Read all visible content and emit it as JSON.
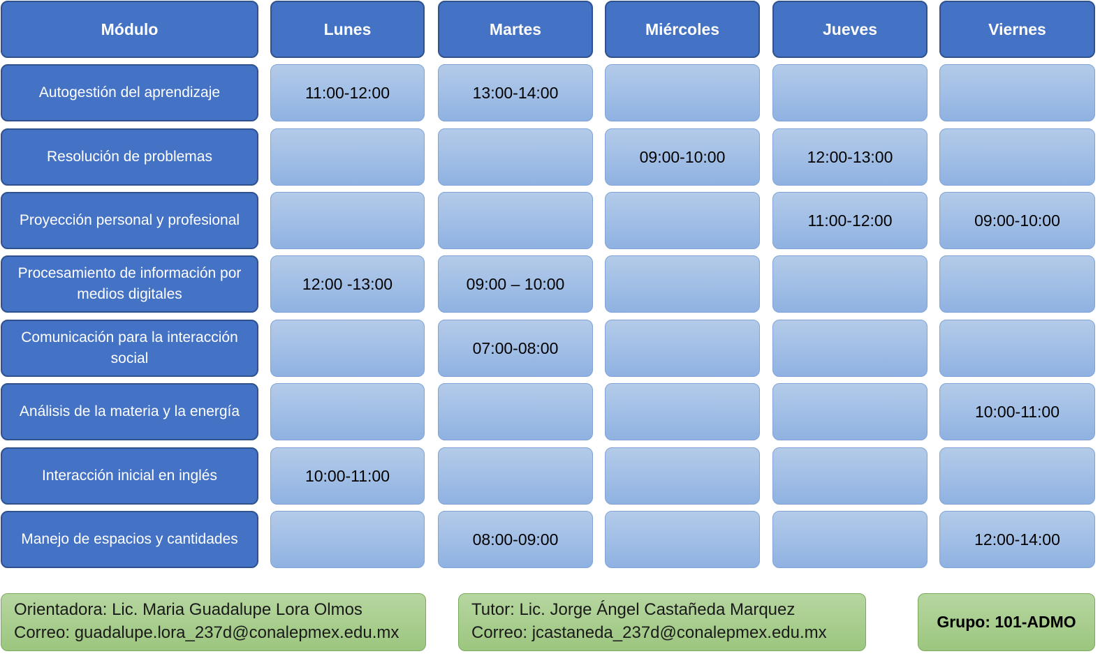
{
  "headers": [
    "Módulo",
    "Lunes",
    "Martes",
    "Miércoles",
    "Jueves",
    "Viernes"
  ],
  "rows": [
    {
      "modulo": "Autogestión del aprendizaje",
      "slots": [
        "11:00-12:00",
        "13:00-14:00",
        "",
        "",
        ""
      ]
    },
    {
      "modulo": "Resolución de problemas",
      "slots": [
        "",
        "",
        "09:00-10:00",
        "12:00-13:00",
        ""
      ]
    },
    {
      "modulo": "Proyección personal y profesional",
      "slots": [
        "",
        "",
        "",
        "11:00-12:00",
        "09:00-10:00"
      ]
    },
    {
      "modulo": "Procesamiento de información por medios digitales",
      "slots": [
        "12:00 -13:00",
        "09:00 – 10:00",
        "",
        "",
        ""
      ]
    },
    {
      "modulo": "Comunicación para la interacción social",
      "slots": [
        "",
        "07:00-08:00",
        "",
        "",
        ""
      ]
    },
    {
      "modulo": "Análisis de la materia y la energía",
      "slots": [
        "",
        "",
        "",
        "",
        "10:00-11:00"
      ]
    },
    {
      "modulo": "Interacción inicial en inglés",
      "slots": [
        "10:00-11:00",
        "",
        "",
        "",
        ""
      ]
    },
    {
      "modulo": "Manejo de espacios y cantidades",
      "slots": [
        "",
        "08:00-09:00",
        "",
        "",
        "12:00-14:00"
      ]
    }
  ],
  "orientadora": {
    "line1": "Orientadora: Lic. Maria Guadalupe Lora Olmos",
    "line2": "Correo: guadalupe.lora_237d@conalepmex.edu.mx"
  },
  "tutor": {
    "line1": "Tutor: Lic. Jorge Ángel Castañeda Marquez",
    "line2": "Correo: jcastaneda_237d@conalepmex.edu.mx"
  },
  "grupo": "Grupo: 101-ADMO",
  "colors": {
    "header_blue": "#4472c4",
    "slot_light_blue": "#a3bfe6",
    "info_green": "#a9cf8e"
  }
}
